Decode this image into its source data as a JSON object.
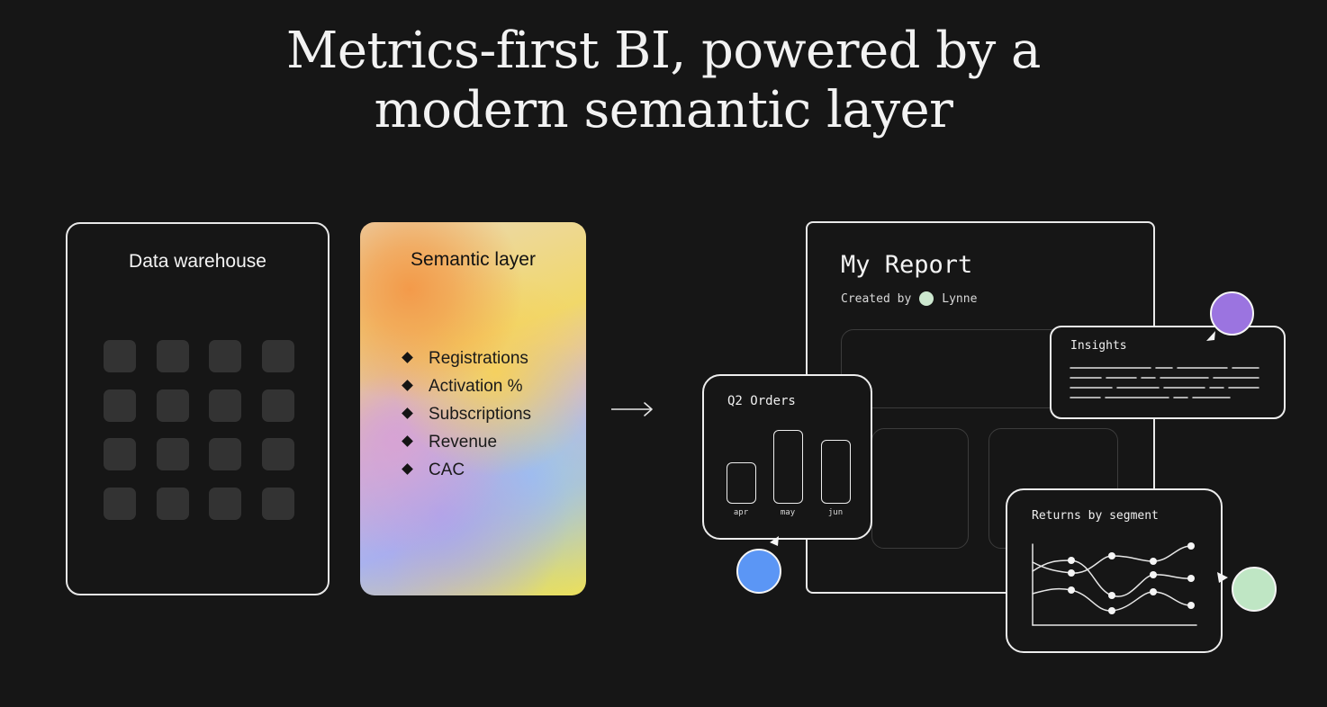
{
  "headline": {
    "line1": "Metrics-first BI, powered by a",
    "line2": "modern semantic layer"
  },
  "warehouse": {
    "title": "Data warehouse",
    "tile_color": "#333333"
  },
  "semantic_layer": {
    "title": "Semantic layer",
    "metrics": [
      "Registrations",
      "Activation %",
      "Subscriptions",
      "Revenue",
      "CAC"
    ]
  },
  "report": {
    "title": "My Report",
    "created_by_label": "Created by",
    "author": "Lynne",
    "author_color": "#cde8cf"
  },
  "orders_panel": {
    "title": "Q2 Orders",
    "months": [
      "apr",
      "may",
      "jun"
    ],
    "avatar_color": "#5b96f5"
  },
  "insights_panel": {
    "title": "Insights",
    "avatar_color": "#9b74e0"
  },
  "returns_panel": {
    "title": "Returns by segment",
    "avatar_color": "#bfe6c4"
  },
  "colors": {
    "background": "#161616",
    "stroke": "#ededed"
  }
}
